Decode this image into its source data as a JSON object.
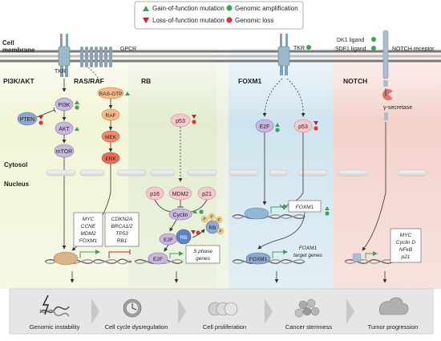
{
  "legend": {
    "gain": "Gain-of-function mutation",
    "loss": "Loss-of-function mutation",
    "amp": "Genomic amplification",
    "gloss": "Genomic loss"
  },
  "side_labels": {
    "membrane_1": "Cell",
    "membrane_2": "membrane",
    "cytosol": "Cytosol",
    "nucleus": "Nucleus"
  },
  "panels": {
    "pi3k": "PI3K/AKT",
    "ras": "RAS/RAF",
    "rb": "RB",
    "foxm1": "FOXM1",
    "notch": "NOTCH"
  },
  "receptors": {
    "tkr_left": "TKR",
    "gpcr": "GPCR",
    "tkr_right": "TKR",
    "dk1": "DK1 ligand",
    "sdf1": "SDF1 ligand",
    "notch_receptor": "NOTCH receptor",
    "gamma_secretase": "γ-secretase"
  },
  "nodes": {
    "pi3k": "PI3K",
    "pten": "PTEN",
    "akt": "AKT",
    "mtor": "mTOR",
    "rasgtp": "RAS-GTP",
    "raf": "RAF",
    "mek": "MEK",
    "erk": "ERK",
    "p53_rb": "p53",
    "p16": "p16",
    "mdm2": "MDM2",
    "p21": "p21",
    "cyclin": "Cyclin",
    "rb": "RB",
    "rb2": "RB",
    "p": "P",
    "e2f": "E2F",
    "e2f2": "E2F",
    "e2f_f": "E2F",
    "p53_f": "p53",
    "foxm1": "FOXM1"
  },
  "gene_boxes": {
    "pi3k_genes": [
      "MYC",
      "CCNE",
      "MDM2",
      "FOXM1"
    ],
    "ras_genes": [
      "CDKN2A",
      "BRCA1/2",
      "TP53",
      "RB1"
    ],
    "sphase": [
      "S phase",
      "genes"
    ],
    "foxm1_gene": "FOXM1",
    "foxm1_targets": [
      "FOXM1",
      "target genes"
    ],
    "notch_genes": [
      "MYC",
      "Cyclin D",
      "NFκB",
      "p21"
    ]
  },
  "outcomes": [
    "Genomic instability",
    "Cell cycle dysregulation",
    "Cell proliferation",
    "Cancer stemness",
    "Tumor progression"
  ],
  "colors": {
    "gain": "#3aa655",
    "loss": "#c8232c",
    "amp": "#3aa655",
    "gloss": "#d43a3a",
    "pi3k_bg": "#f4f6dc",
    "ras_bg": "#e8f0d8",
    "rb_bg": "#eef3e4",
    "foxm1_bg": "#d9eaf2",
    "notch_bg": "#f6d9d4"
  }
}
